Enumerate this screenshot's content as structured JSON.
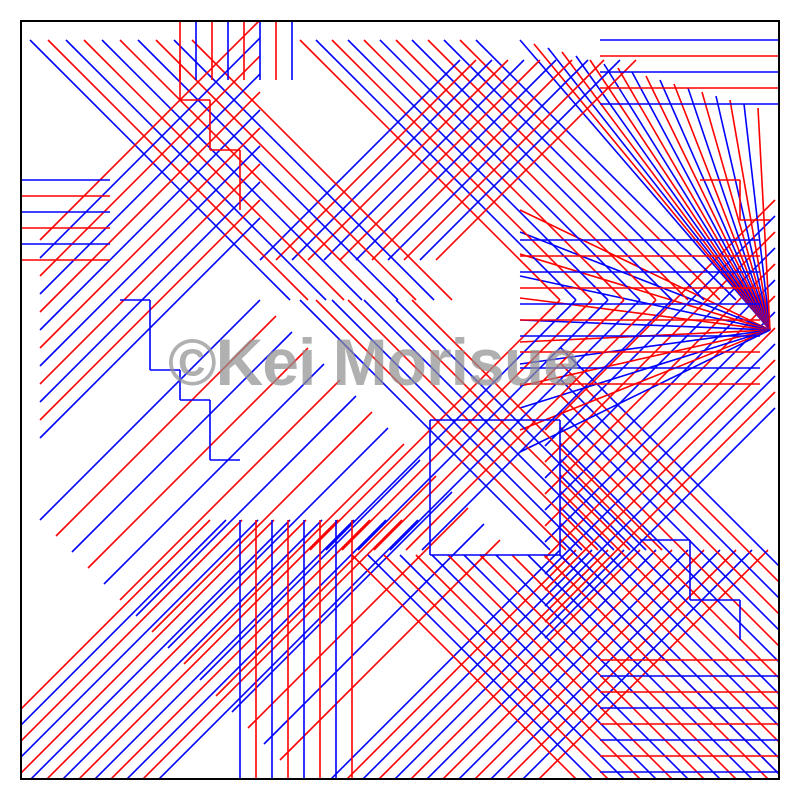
{
  "diagram": {
    "type": "origami-crease-pattern",
    "colors": {
      "border": "#000000",
      "mountain_fold": "#ff0000",
      "valley_fold": "#0000ff",
      "background": "#ffffff"
    },
    "line_types": [
      "mountain-fold",
      "valley-fold"
    ]
  },
  "watermark": {
    "text": "©Kei Morisue",
    "color": "#8c8c8c"
  }
}
